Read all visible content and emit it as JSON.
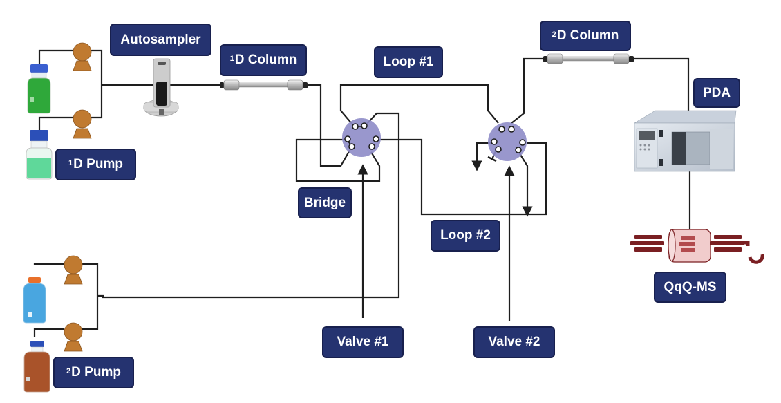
{
  "diagram": {
    "title": "2D-LC-PDA-QqQ-MS system",
    "labels": {
      "autosampler": "Autosampler",
      "column_1d": {
        "sup": "1",
        "text": "D Column"
      },
      "column_2d": {
        "sup": "2",
        "text": "D Column"
      },
      "pump_1d": {
        "sup": "1",
        "text": "D Pump"
      },
      "pump_2d": {
        "sup": "2",
        "text": "D Pump"
      },
      "loop1": "Loop #1",
      "loop2": "Loop #2",
      "bridge": "Bridge",
      "valve1": "Valve #1",
      "valve2": "Valve #2",
      "pda": "PDA",
      "ms": "QqQ-MS"
    },
    "colors": {
      "label_bg": "#253370",
      "label_border": "#18204e",
      "line": "#1e1e1e",
      "valve": "#8e8cc8",
      "pump": "#c07a30",
      "ms": "#7a1f22",
      "solvent_1d_a": "#2fa83a",
      "solvent_1d_b": "#5fd89a",
      "solvent_2d_a": "#49a6e0",
      "solvent_2d_b": "#a9532a"
    }
  }
}
